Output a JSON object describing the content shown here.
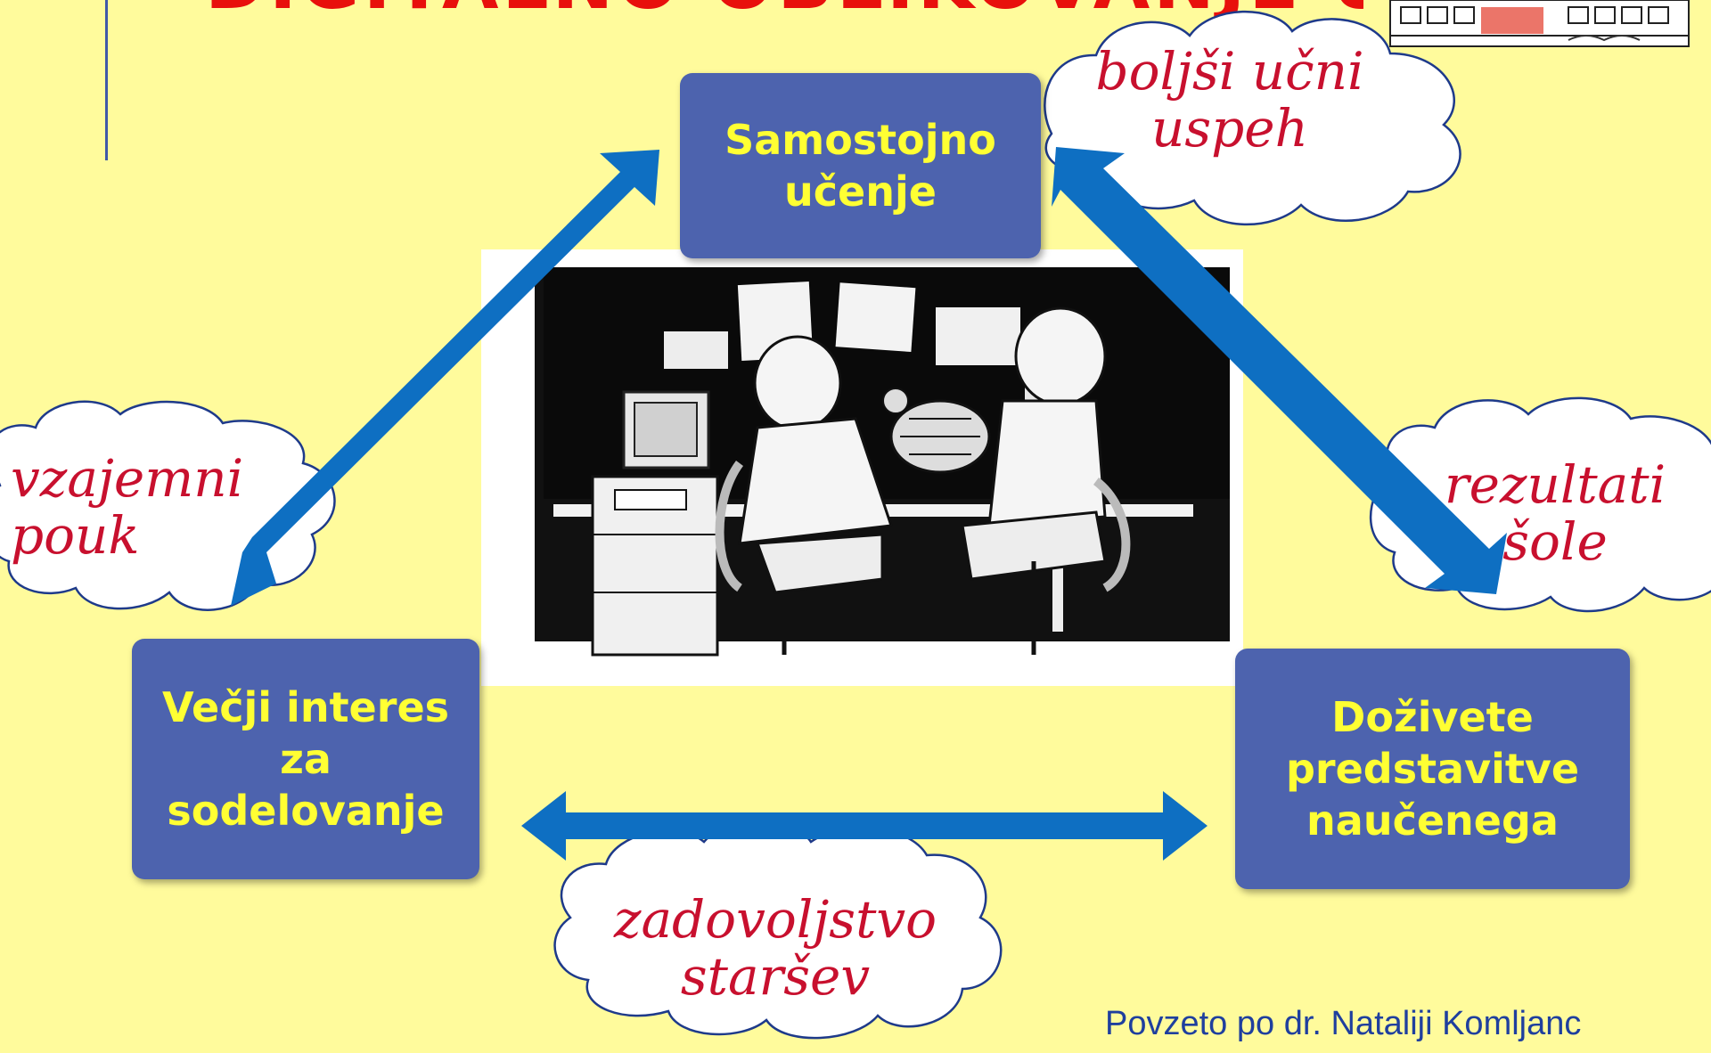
{
  "title": "DIGITALNO OBLIKOVANJE UČENJA",
  "boxes": {
    "top": "Samostojno\nučenje",
    "left": "Večji interes\nza\nsodelovanje",
    "right": "Doživete\npredstavitve\nnaučenega"
  },
  "clouds": {
    "top": "boljši učni\nuspeh",
    "left": "vzajemni\npouk",
    "right": "rezultati\nšole",
    "bottom": "zadovoljstvo\nstaršev"
  },
  "credit": "Povzeto po dr. Nataliji Komljanc",
  "colors": {
    "background": "#FFFB9C",
    "box": "#4D63AE",
    "box_text": "#FFFF33",
    "arrow": "#0E6FC2",
    "cloud_text": "#C8102E",
    "title": "#E8100C",
    "credit": "#1F3F9E"
  },
  "icons": [
    "school-building-icon",
    "classroom-illustration"
  ]
}
